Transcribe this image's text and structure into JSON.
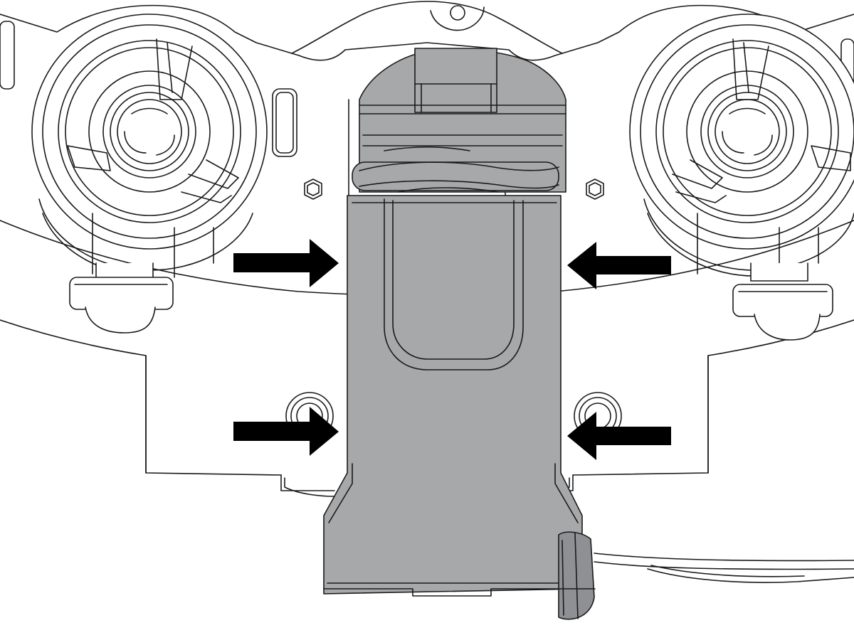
{
  "figure": {
    "kind": "technical line illustration",
    "colors": {
      "line": "#1a1a1a",
      "fill_light": "#ffffff",
      "fill_part": "#a7a8aa",
      "fill_part_dark": "#8f9093",
      "arrow": "#000000"
    },
    "parts": [
      {
        "name": "left-spool-hub"
      },
      {
        "name": "right-spool-hub"
      },
      {
        "name": "center-gray-clip"
      },
      {
        "name": "mounting-plate"
      },
      {
        "name": "latch-tab"
      }
    ],
    "arrows": [
      {
        "name": "upper-left-arrow",
        "direction": "right"
      },
      {
        "name": "upper-right-arrow",
        "direction": "left"
      },
      {
        "name": "lower-left-arrow",
        "direction": "right"
      },
      {
        "name": "lower-right-arrow",
        "direction": "left"
      }
    ]
  }
}
